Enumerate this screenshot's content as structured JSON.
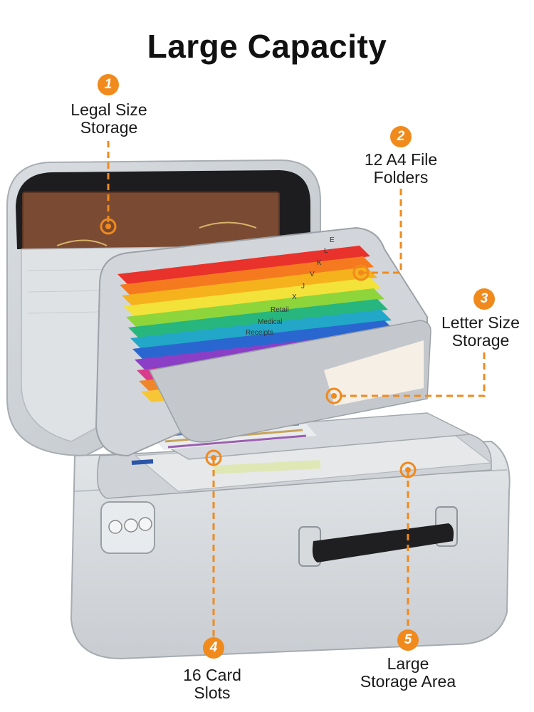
{
  "title": "Large Capacity",
  "accent_color": "#f08a1c",
  "callouts": [
    {
      "number": "1",
      "line1": "Legal Size",
      "line2": "Storage"
    },
    {
      "number": "2",
      "line1": "12 A4 File",
      "line2": "Folders"
    },
    {
      "number": "3",
      "line1": "Letter Size",
      "line2": "Storage"
    },
    {
      "number": "4",
      "line1": "16 Card",
      "line2": "Slots"
    },
    {
      "number": "5",
      "line1": "Large",
      "line2": "Storage Area"
    }
  ],
  "folder_tabs": [
    "E",
    "L",
    "K",
    "V",
    "J",
    "X",
    "Retail",
    "Medical",
    "Receipts"
  ]
}
